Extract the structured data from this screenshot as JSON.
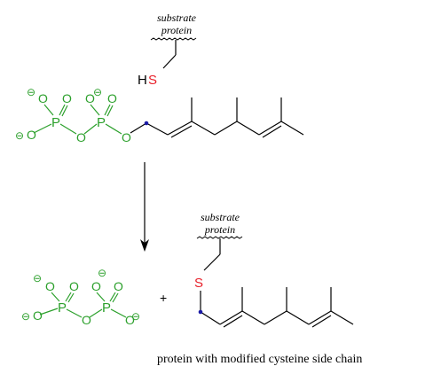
{
  "colors": {
    "phosphate": "#2ca02c",
    "sulfur": "#e8202a",
    "bond": "#000000",
    "reactive_carbon": "#1a1aa6"
  },
  "top": {
    "substrate_line1": "substrate",
    "substrate_line2": "protein",
    "thiol_h": "H",
    "thiol_s": "S",
    "charge": "⊖",
    "o": "O",
    "p": "P"
  },
  "bottom": {
    "substrate_line1": "substrate",
    "substrate_line2": "protein",
    "s": "S",
    "plus": "+",
    "charge": "⊖",
    "o": "O",
    "p": "P",
    "caption": "protein with modified cysteine side chain"
  },
  "arrow": {
    "kind": "reaction-arrow"
  }
}
